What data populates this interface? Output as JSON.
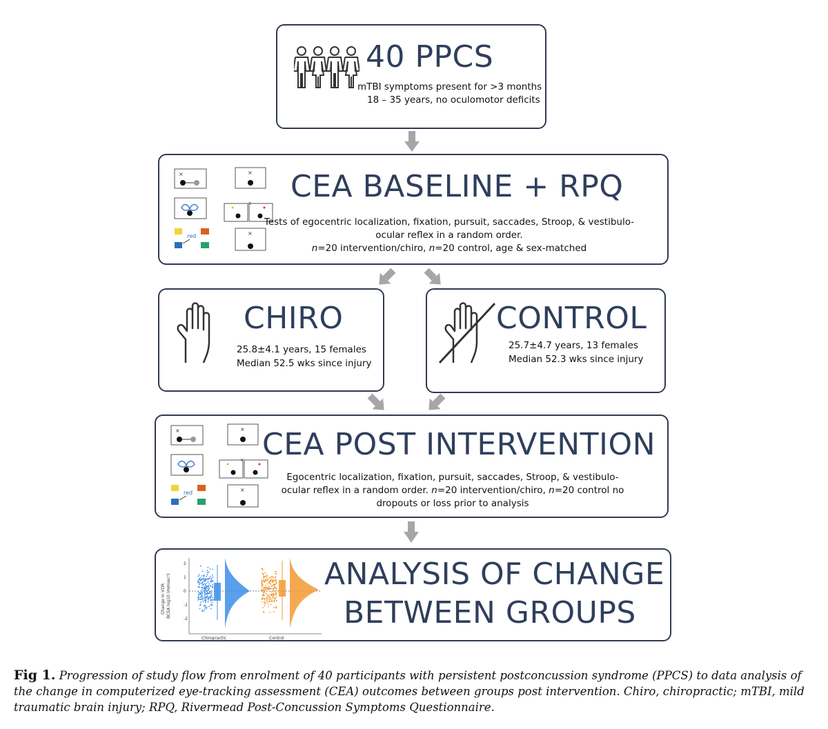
{
  "boxes": {
    "enrol": {
      "title": "40 PPCS",
      "line1": "mTBI symptoms present for >3 months",
      "line2": "18 – 35 years, no oculomotor deficits"
    },
    "baseline": {
      "title": "CEA BASELINE + RPQ",
      "line1": "Tests of egocentric localization, fixation, pursuit, saccades, Stroop, & vestibulo-",
      "line2": "ocular reflex in a random order.",
      "line3_n1": "n",
      "line3_a": "=20 intervention/chiro, ",
      "line3_n2": "n",
      "line3_b": "=20 control, age & sex-matched"
    },
    "chiro": {
      "title": "CHIRO",
      "line1": "25.8±4.1 years, 15 females",
      "line2": "Median 52.5 wks since injury"
    },
    "control": {
      "title": "CONTROL",
      "line1": "25.7±4.7  years, 13 females",
      "line2": "Median 52.3 wks since injury"
    },
    "post": {
      "title": "CEA POST INTERVENTION",
      "line1": "Egocentric localization, fixation, pursuit, saccades, Stroop, & vestibulo-",
      "line2_a": "ocular reflex in a random order. ",
      "line2_n1": "n",
      "line2_b": "=20 intervention/chiro, ",
      "line2_n2": "n",
      "line2_c": "=20 control no",
      "line3": "dropouts or loss prior to analysis"
    },
    "analysis": {
      "title_line1": "ANALYSIS OF CHANGE",
      "title_line2": "BETWEEN GROUPS"
    }
  },
  "thumbnail": {
    "ylabel1": "Change in VDR",
    "ylabel2": "BCEA log10 (mmsec²)",
    "xtick1": "Chiropractic",
    "xtick2": "Control",
    "yticks": [
      "2",
      "1",
      "0",
      "-1",
      "-2"
    ],
    "stroop_word": "red",
    "colors": {
      "chiro": "#3d8ee8",
      "control": "#f29a33"
    }
  },
  "caption": {
    "label": "Fig 1.",
    "text": "Progression of study flow from enrolment of 40 participants with persistent postconcussion syndrome (PPCS) to data analysis of the change in computerized eye-tracking assessment (CEA) outcomes between groups post intervention. Chiro, chiropractic; mTBI, mild traumatic brain injury; RPQ, Rivermead Post-Concussion Symptoms Questionnaire."
  },
  "colors": {
    "title": "#2f3f5c",
    "border": "#2f3a4f",
    "arrow": "#a6a6a6"
  }
}
